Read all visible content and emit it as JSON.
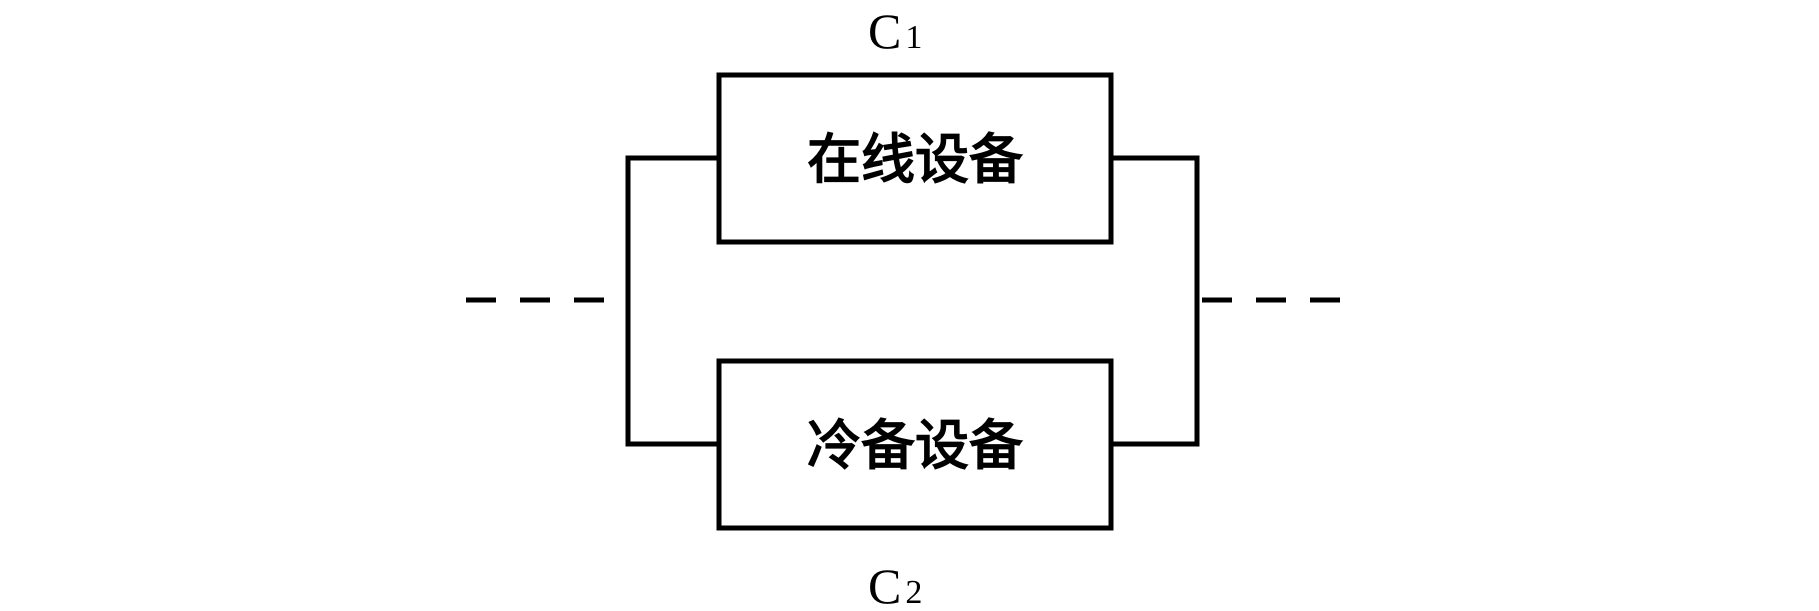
{
  "diagram": {
    "top_block": {
      "label": "在线设备",
      "tag": {
        "main": "C",
        "sub": "1"
      }
    },
    "bottom_block": {
      "label": "冷备设备",
      "tag": {
        "main": "C",
        "sub": "2"
      }
    }
  },
  "colors": {
    "stroke": "#000000",
    "background": "#ffffff"
  }
}
